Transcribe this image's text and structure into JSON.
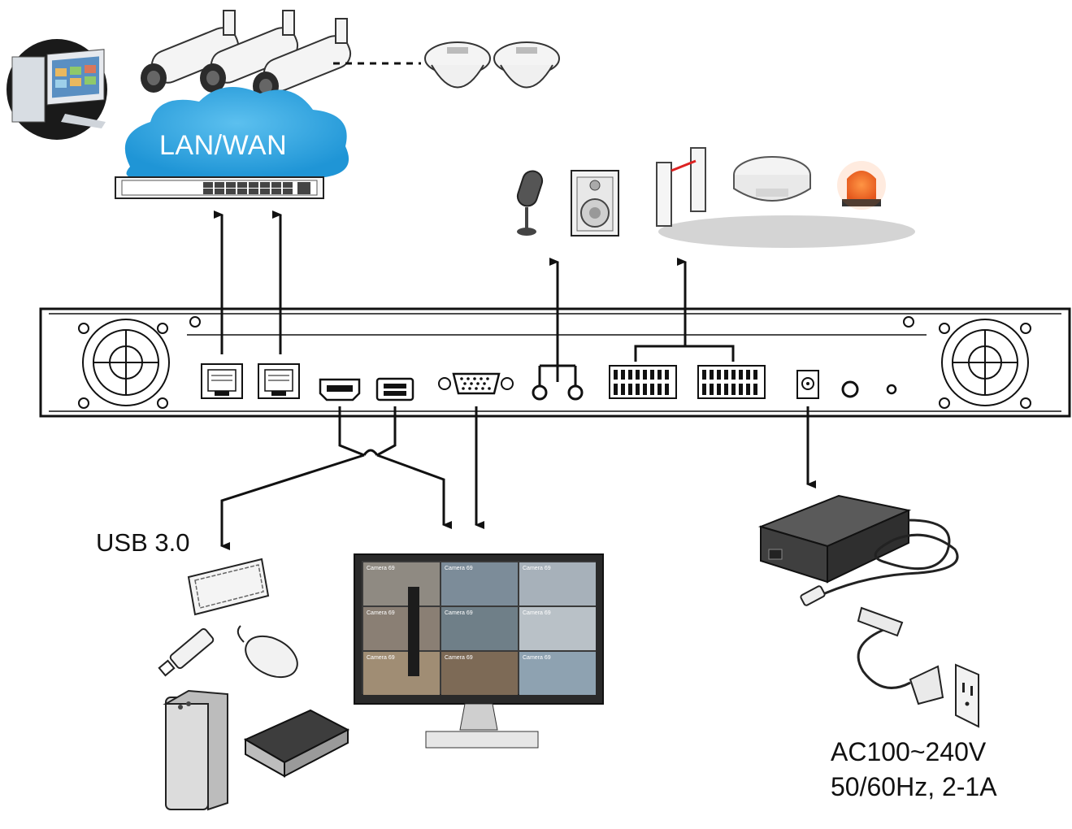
{
  "labels": {
    "network": "LAN/WAN",
    "usb": "USB 3.0",
    "power_line1": "AC100~240V",
    "power_line2": "50/60Hz, 2-1A"
  },
  "monitor_tiles": [
    "Camera 69",
    "Camera 69",
    "Camera 69",
    "Camera 69",
    "Camera 69",
    "Camera 69",
    "Camera 69",
    "Camera 69",
    "Camera 69"
  ],
  "colors": {
    "cloud": "#2fa3dc",
    "line": "#111111",
    "shadow": "#d4d4d4",
    "alarm": "#e0521b"
  }
}
